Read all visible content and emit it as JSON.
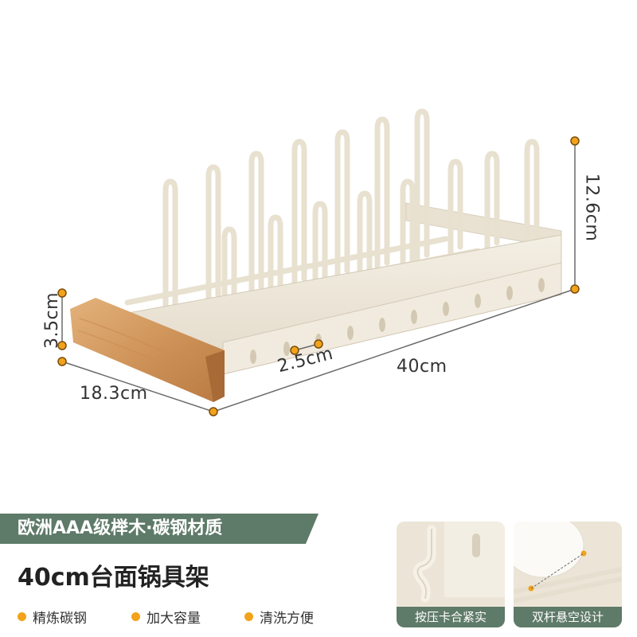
{
  "dimensions": {
    "height": "12.6cm",
    "board_height": "3.5cm",
    "depth": "18.3cm",
    "gap": "2.5cm",
    "length": "40cm"
  },
  "info_band": {
    "material_text": "欧洲AAA级榉木·碳钢材质"
  },
  "product": {
    "name": "40cm台面锅具架"
  },
  "features": [
    {
      "label": "精炼碳钢"
    },
    {
      "label": "加大容量"
    },
    {
      "label": "清洗方便"
    }
  ],
  "thumbnails": [
    {
      "caption": "按压卡合紧实"
    },
    {
      "caption": "双杆悬空设计"
    }
  ],
  "colors": {
    "accent_green": "#5e7a68",
    "dot_orange": "#f2a21b",
    "rack_cream": "#ece6d8",
    "wood": "#d49a62"
  }
}
